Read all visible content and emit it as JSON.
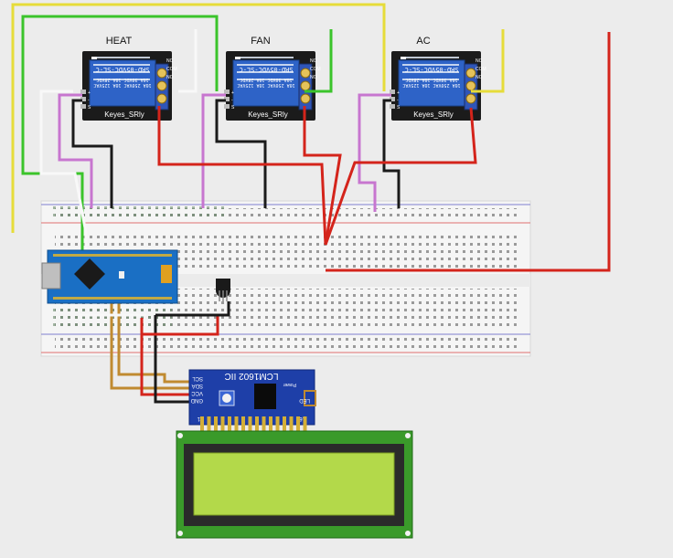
{
  "relays": [
    {
      "title": "HEAT",
      "model": "SRD-05VDC-SL-C",
      "brand": "Keyes_SRly",
      "ratings": [
        "10A 250VAC 10A 125VAC",
        "10A 30VDC 10A 28VDC"
      ],
      "pins": [
        "NC",
        "COM",
        "NO"
      ],
      "in_pins": [
        "+",
        "-",
        "S"
      ]
    },
    {
      "title": "FAN",
      "model": "SRD-05VDC-SL-C",
      "brand": "Keyes_SRly",
      "ratings": [
        "10A 250VAC 10A 125VAC",
        "10A 30VDC 10A 28VDC"
      ],
      "pins": [
        "NC",
        "COM",
        "NO"
      ],
      "in_pins": [
        "+",
        "-",
        "S"
      ]
    },
    {
      "title": "AC",
      "model": "SRD-05VDC-SL-C",
      "brand": "Keyes_SRly",
      "ratings": [
        "10A 250VAC 10A 125VAC",
        "10A 30VDC 10A 28VDC"
      ],
      "pins": [
        "NC",
        "COM",
        "NO"
      ],
      "in_pins": [
        "+",
        "-",
        "S"
      ]
    }
  ],
  "lcd_module": {
    "title": "LCM1602 IIC",
    "pins": [
      "SCL",
      "SDA",
      "VCC",
      "GND"
    ],
    "power_label": "Power",
    "led_label": "LED",
    "pin_start": "1",
    "pin_end": "16"
  },
  "colors": {
    "relay_board": "#1b1b1b",
    "relay_body": "#2e63c7",
    "breadboard": "#f4f4f4",
    "nano_board": "#1a6fc4",
    "lcd_frame": "#3a9a2a",
    "lcd_screen": "#b3d94a",
    "wire_red": "#d4241b",
    "wire_black": "#1a1a1a",
    "wire_yellow": "#e6dc3a",
    "wire_green": "#3bc42b",
    "wire_violet": "#c776cf",
    "wire_brown": "#c08a30",
    "wire_white": "#f2f2f2"
  }
}
